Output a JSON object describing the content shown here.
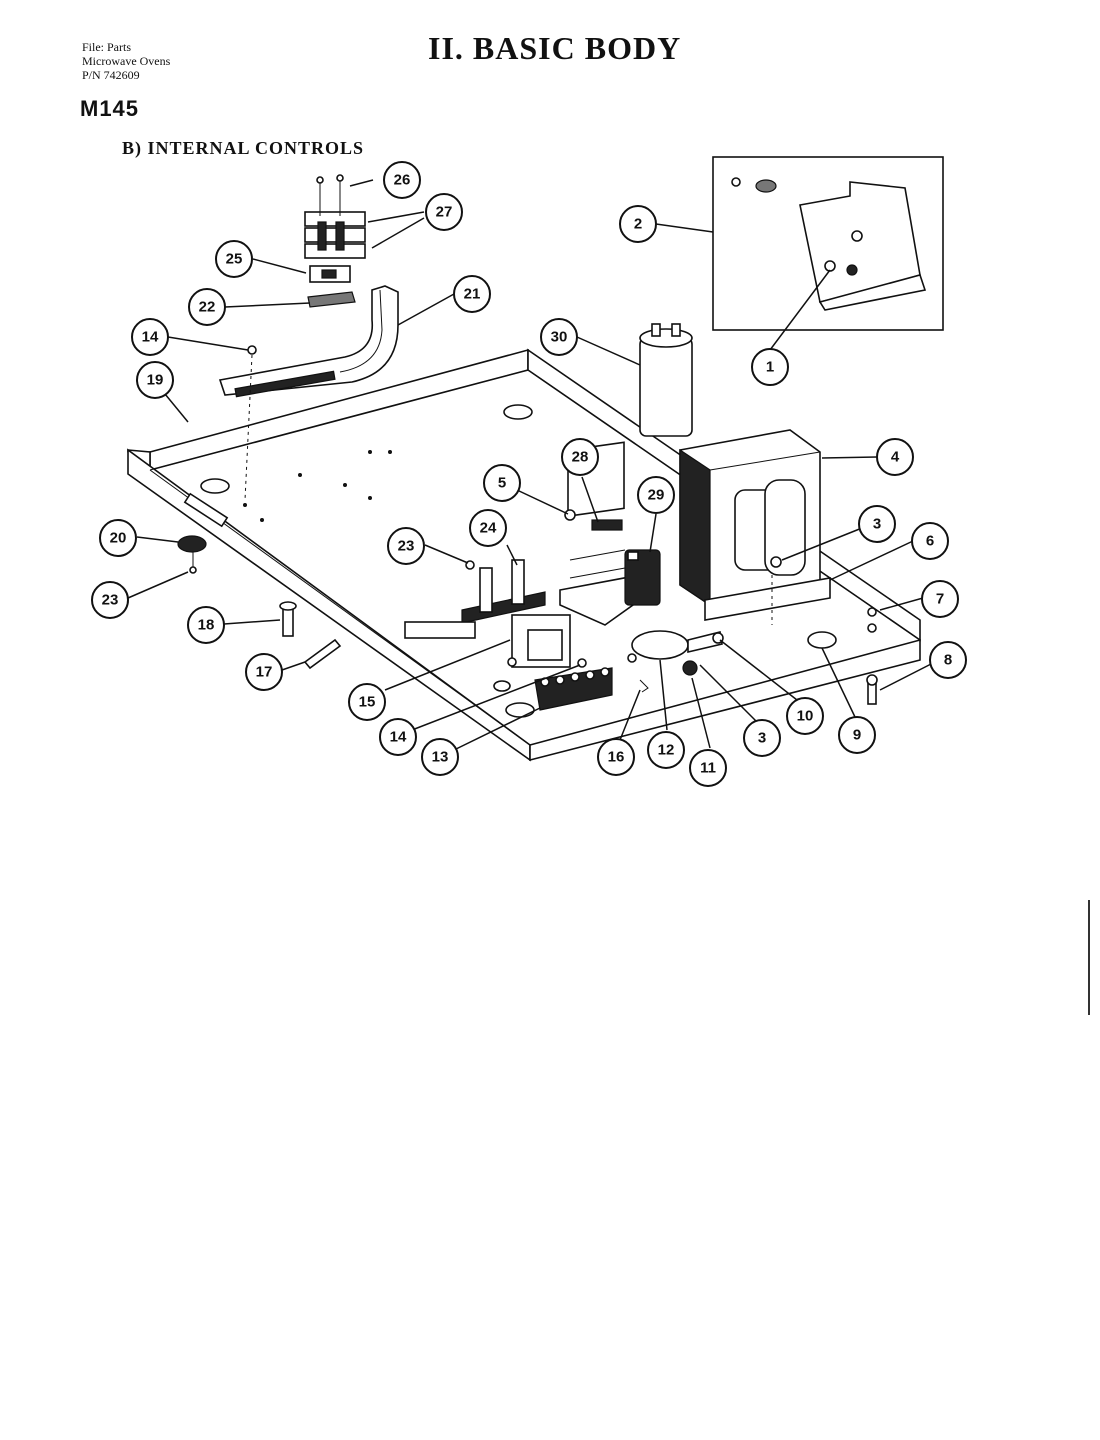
{
  "header": {
    "file_lines": [
      "File: Parts",
      "Microwave Ovens",
      "P/N 742609"
    ],
    "model": "M145",
    "title": "II. BASIC BODY",
    "subtitle": "B) INTERNAL CONTROLS"
  },
  "callouts": {
    "c1": "1",
    "c2": "2",
    "c3a": "3",
    "c3b": "3",
    "c4": "4",
    "c5": "5",
    "c6": "6",
    "c7": "7",
    "c8": "8",
    "c9": "9",
    "c10": "10",
    "c11": "11",
    "c12": "12",
    "c13": "13",
    "c14a": "14",
    "c14b": "14",
    "c15": "15",
    "c16": "16",
    "c17": "17",
    "c18": "18",
    "c19": "19",
    "c20": "20",
    "c21": "21",
    "c22": "22",
    "c23a": "23",
    "c23b": "23",
    "c24": "24",
    "c25": "25",
    "c26": "26",
    "c27": "27",
    "c28": "28",
    "c29": "29",
    "c30": "30"
  }
}
